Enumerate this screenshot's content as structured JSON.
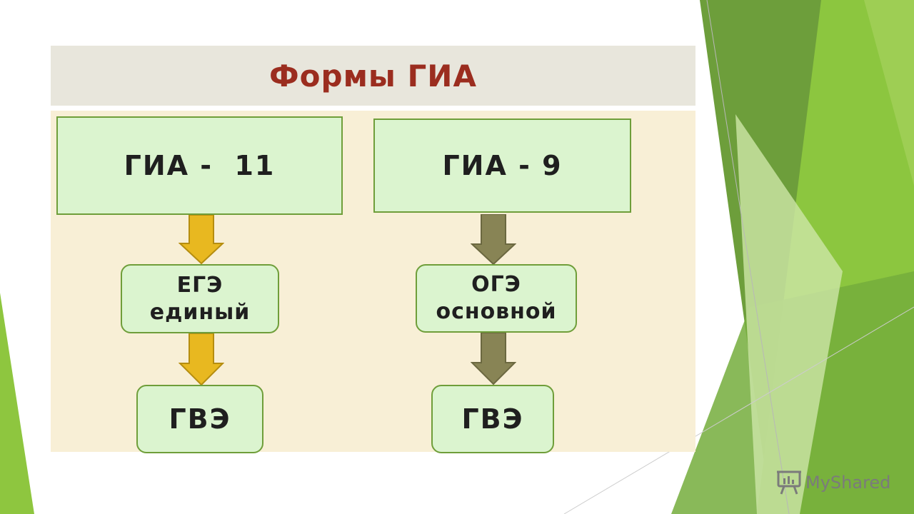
{
  "slide": {
    "title": "Формы ГИА"
  },
  "diagram": {
    "left_column": {
      "head": "ГИА -  11",
      "exam_line1": "ЕГЭ",
      "exam_line2": "единый",
      "alt": "ГВЭ",
      "arrow_color": "#e8b820"
    },
    "right_column": {
      "head": "ГИА - 9",
      "exam_line1": "ОГЭ",
      "exam_line2": "основной",
      "alt": "ГВЭ",
      "arrow_color": "#888455"
    }
  },
  "watermark": {
    "text": "MyShared",
    "icon": "presentation-board-icon"
  },
  "colors": {
    "title": "#9b2d1f",
    "title_bar": "#e8e6dc",
    "panel": "#f8efd6",
    "box_fill": "#dbf4cf",
    "box_border": "#6f9e3a"
  }
}
